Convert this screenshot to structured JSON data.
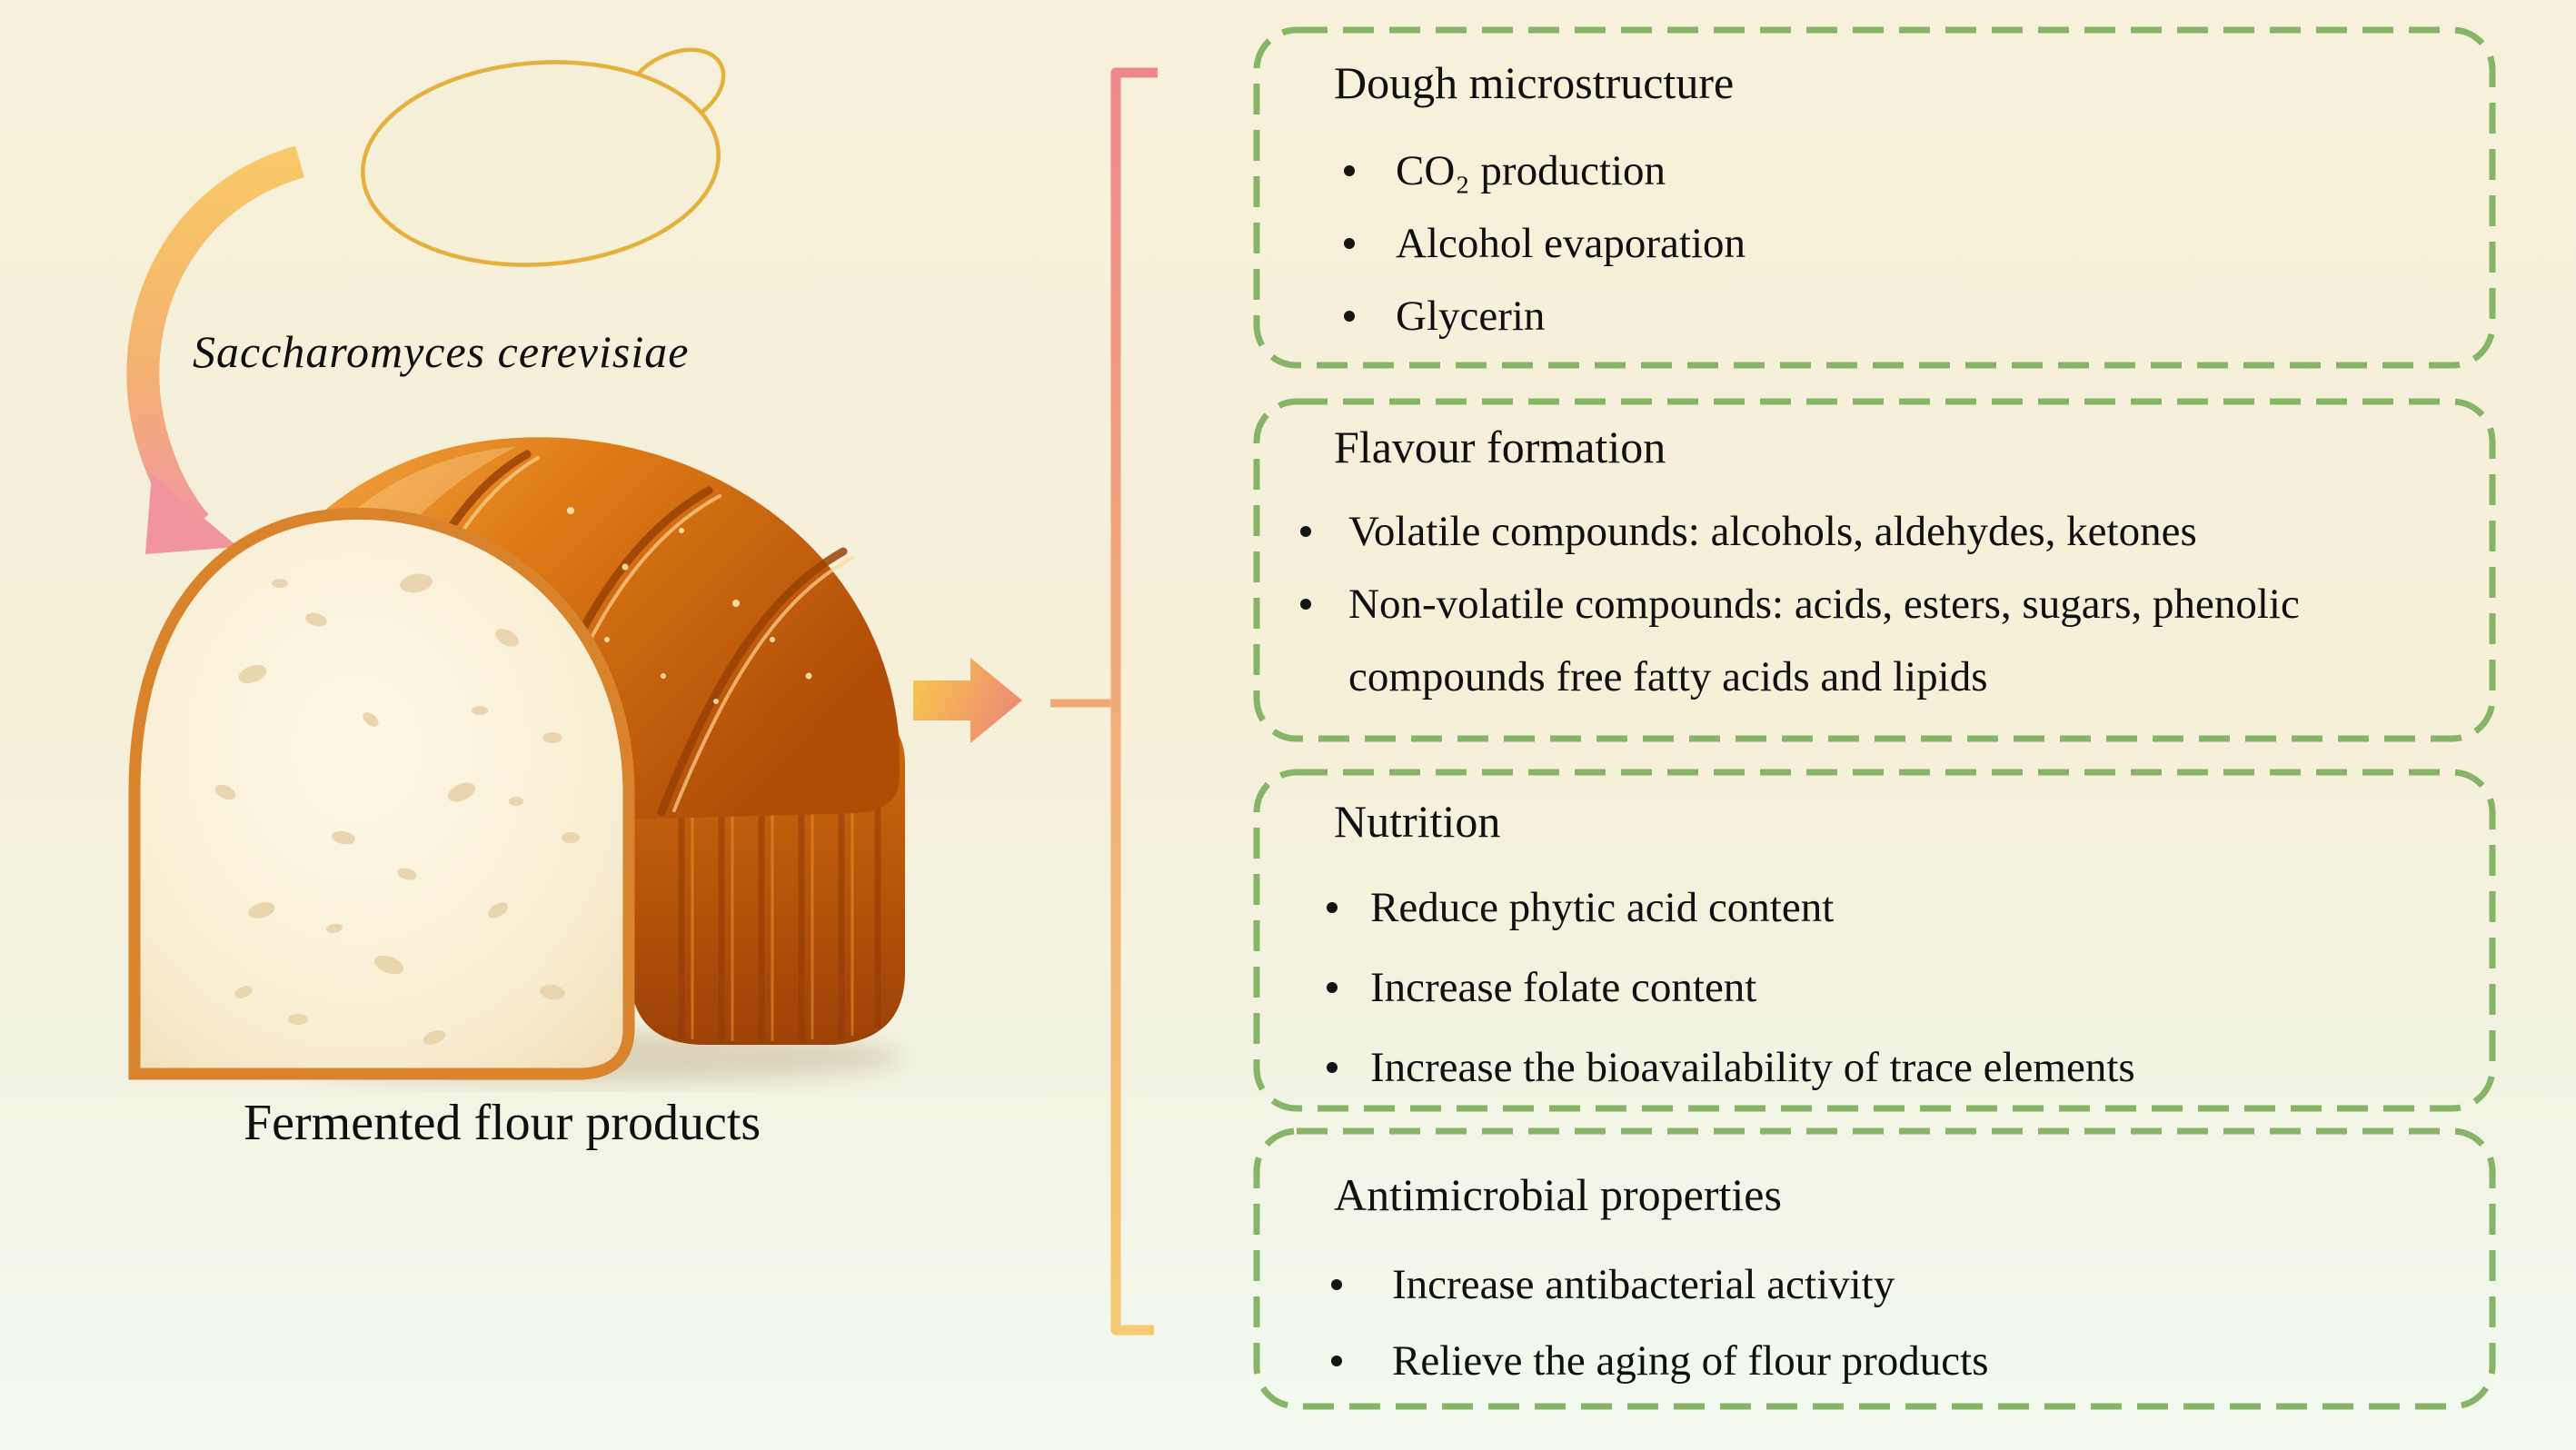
{
  "diagram": {
    "left_panel": {
      "organism_label": "Saccharomyces cerevisiae",
      "product_label": "Fermented flour products"
    },
    "boxes": [
      {
        "title": "Dough microstructure",
        "bullets": [
          "CO₂ production",
          "Alcohol evaporation",
          "Glycerin"
        ]
      },
      {
        "title": "Flavour formation",
        "bullets": [
          "Volatile compounds: alcohols, aldehydes, ketones",
          "Non-volatile compounds: acids, esters, sugars, phenolic compounds free fatty acids and lipids"
        ]
      },
      {
        "title": "Nutrition",
        "bullets": [
          "Reduce phytic acid content",
          "Increase folate content",
          "Increase the bioavailability of trace elements"
        ]
      },
      {
        "title": "Antimicrobial properties",
        "bullets": [
          "Increase antibacterial activity",
          "Relieve the aging of flour products"
        ]
      }
    ],
    "illustrations": {
      "yeast_cell_icon": "budding-yeast-cell-outline",
      "curved_arrow_icon": "curved-down-arrow",
      "bread_icon": "sliced-bread-loaf",
      "right_arrow_icon": "block-right-arrow",
      "bracket_icon": "square-bracket-connector"
    },
    "colors": {
      "background_top": "#f7f1db",
      "background_bottom": "#f3faf0",
      "box_border_green": "#86b567",
      "yeast_outline_yellow": "#e5b13c",
      "arrow_gradient_yellow": "#f8c75f",
      "arrow_gradient_pink": "#ef8f94",
      "bracket_pink": "#ed888b",
      "bracket_gold": "#f5ca73",
      "bread_crust_orange": "#d9781c",
      "bread_crumb_cream": "#f9f0d9",
      "text_black": "#111111"
    }
  }
}
